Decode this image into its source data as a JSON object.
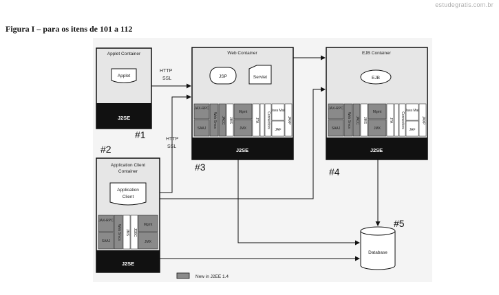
{
  "watermark": "estudegratis.com.br",
  "caption": "Figura I – para os itens de 101 a 112",
  "diagram": {
    "applet_container": {
      "title": "Applet Container",
      "component": "Applet",
      "base": "J2SE",
      "number": "#1"
    },
    "web_container": {
      "title": "Web Container",
      "components": [
        "JSP",
        "Servlet"
      ],
      "apis": [
        "JAX-RPC",
        "SAAJ",
        "Web Srvcs",
        "JACC",
        "JMS",
        "Mgmt",
        "JMX",
        "JTA",
        "JDBC",
        "Connectors",
        "Java Mail",
        "JAF",
        "JAXP"
      ],
      "base": "J2SE",
      "number": "#3"
    },
    "ejb_container": {
      "title": "EJB Container",
      "component": "EJB",
      "apis": [
        "JAX-RPC",
        "SAAJ",
        "Web Srvcs",
        "JACC",
        "JMS",
        "Mgmt",
        "JMX",
        "JTA",
        "JDBC",
        "Connectors",
        "Java Mail",
        "JAF",
        "JAXP"
      ],
      "base": "J2SE",
      "number": "#4"
    },
    "app_client_container": {
      "title_line1": "Application Client",
      "title_line2": "Container",
      "component_line1": "Application",
      "component_line2": "Client",
      "apis": [
        "JAX-RPC",
        "SAAJ",
        "Web Srvcs",
        "JMS",
        "JDBC",
        "Mgmt",
        "JMX"
      ],
      "base": "J2SE",
      "number": "#2"
    },
    "database": {
      "label": "Database",
      "number": "#5"
    },
    "protocols": {
      "applet_to_web_line1": "HTTP",
      "applet_to_web_line2": "SSL",
      "client_to_web_line1": "HTTP",
      "client_to_web_line2": "SSL"
    },
    "legend": {
      "label": "New in J2EE 1.4",
      "color": "#8a8a8a"
    },
    "colors": {
      "container_fill": "#e6e6e6",
      "base_fill": "#111111",
      "api_new": "#8a8a8a",
      "api_old": "#ffffff"
    }
  }
}
